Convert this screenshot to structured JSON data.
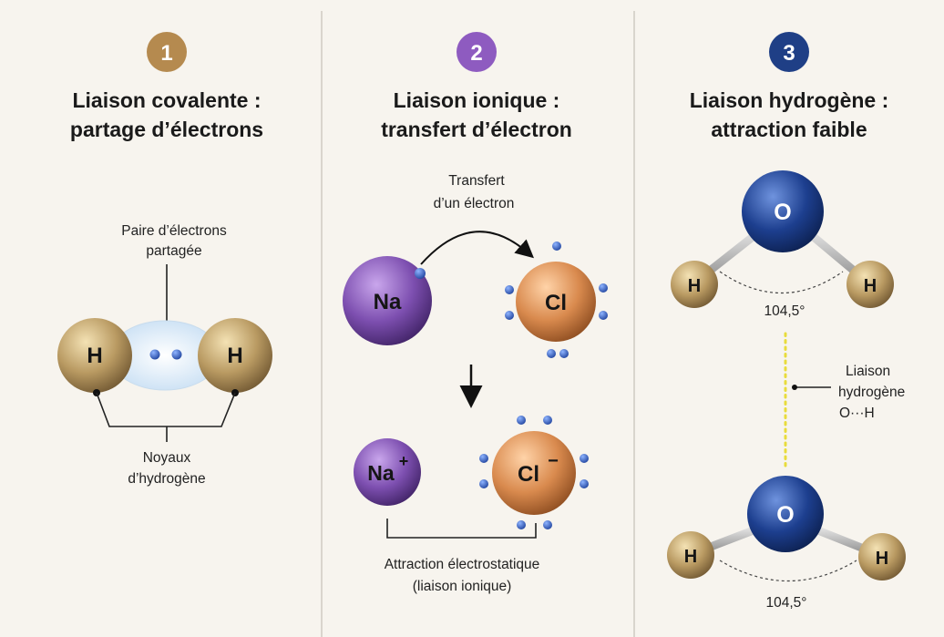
{
  "panels": [
    {
      "number": "1",
      "color": "#b58a4f",
      "title_line1": "Liaison covalente :",
      "title_line2": "partage d’électrons",
      "label_pair_line1": "Paire d’électrons",
      "label_pair_line2": "partagée",
      "label_nuclei_line1": "Noyaux",
      "label_nuclei_line2": "d’hydrogène",
      "atom_left": "H",
      "atom_right": "H"
    },
    {
      "number": "2",
      "color": "#8e5bc0",
      "title_line1": "Liaison ionique :",
      "title_line2": "transfert d’électron",
      "label_transfer_line1": "Transfert",
      "label_transfer_line2": "d’un électron",
      "atom_na": "Na",
      "atom_cl": "Cl",
      "ion_na": "Na",
      "ion_na_charge": "+",
      "ion_cl": "Cl",
      "ion_cl_charge": "−",
      "label_attraction_line1": "Attraction électrostatique",
      "label_attraction_line2": "(liaison ionique)"
    },
    {
      "number": "3",
      "color": "#1f3f86",
      "title_line1": "Liaison hydrogène :",
      "title_line2": "attraction faible",
      "atom_o": "O",
      "atom_h": "H",
      "angle": "104,5°",
      "label_hbond_line1": "Liaison",
      "label_hbond_line2": "hydrogène",
      "label_hbond_line3": "O···H"
    }
  ],
  "colors": {
    "hydrogen": "#b99a62",
    "oxygen": "#1d3f8f",
    "sodium": "#7d4fb0",
    "chlorine": "#d98a4e",
    "electron": "#2a58b8",
    "hbond": "#e8dc3c"
  }
}
